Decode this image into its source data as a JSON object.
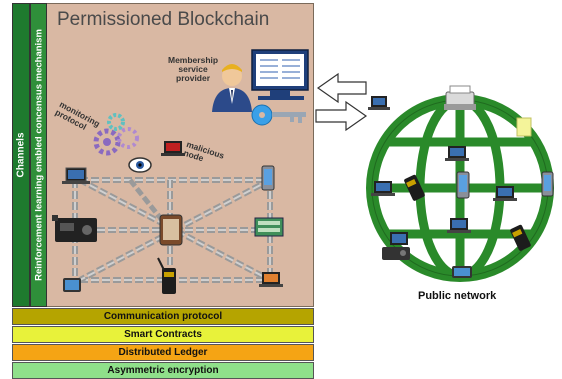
{
  "title": "Permissioned Blockchain",
  "side_labels": {
    "channels": "Channels",
    "rl": "Reinforcement learning enabled concensus mechanism"
  },
  "labels": {
    "membership": [
      "Membership",
      "service",
      "provider"
    ],
    "monitoring": [
      "monitoring",
      "protocol"
    ],
    "malicious": [
      "malicious",
      "node"
    ],
    "public_network": "Public network"
  },
  "layers": [
    "Communication protocol",
    "Smart Contracts",
    "Distributed Ledger",
    "Asymmetric encryption"
  ],
  "colors": {
    "panel": "#d9b8a3",
    "channels": "#1e7a2e",
    "rl": "#2f8f3a",
    "globe": "#1f7a1f",
    "layer_comm": "#b5a400",
    "layer_smart": "#e8f23a",
    "layer_ledger": "#f5a414",
    "layer_asym": "#8fe08a"
  },
  "icons": [
    "chain-icon",
    "laptop-icon",
    "phone-icon",
    "radio-icon",
    "router-icon",
    "tablet-icon",
    "walkie-talkie-icon",
    "eye-icon",
    "gear-icon",
    "user-icon",
    "monitor-icon",
    "key-icon",
    "arrow-icon",
    "globe-icon",
    "printer-icon",
    "sticky-note-icon"
  ]
}
